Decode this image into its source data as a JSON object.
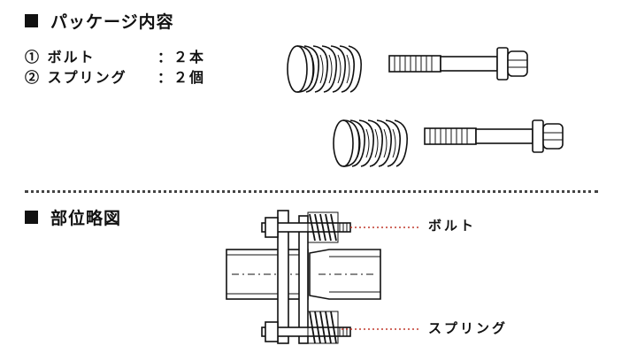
{
  "package_section": {
    "title": "パッケージ内容",
    "items": [
      {
        "label": "① ボルト",
        "qty": "：２本"
      },
      {
        "label": "② スプリング",
        "qty": "：２個"
      }
    ]
  },
  "diagram_section": {
    "title": "部位略図",
    "bolt_label": "ボルト",
    "spring_label": "スプリング"
  },
  "colors": {
    "text": "#111111",
    "leader": "#c0392b"
  }
}
